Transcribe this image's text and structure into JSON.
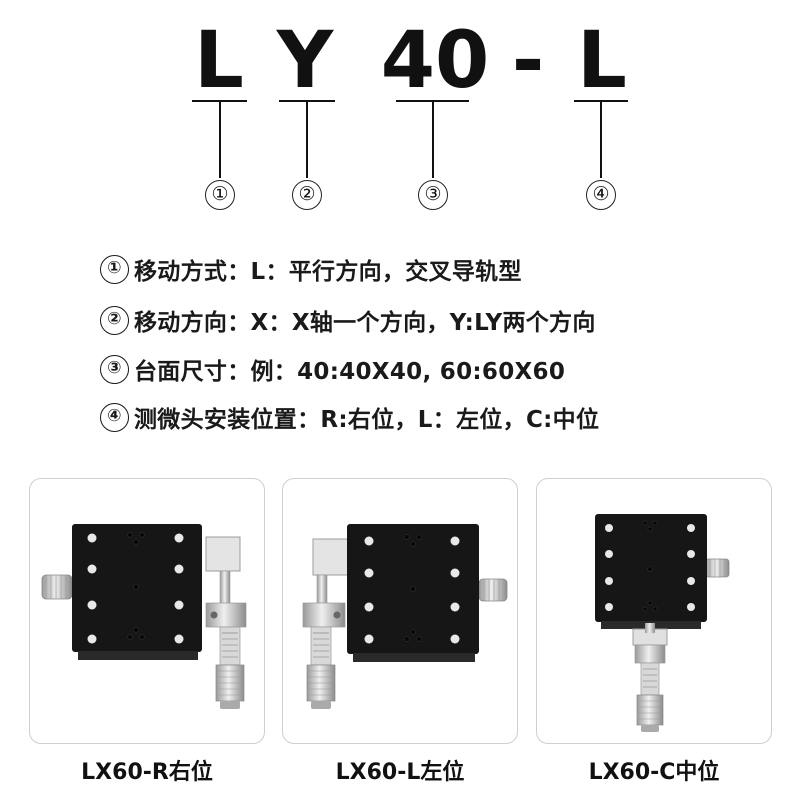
{
  "model_code": {
    "chars": [
      "L",
      "Y",
      "40",
      "-",
      "L"
    ],
    "markers": [
      "①",
      "②",
      "③",
      "④"
    ]
  },
  "specs": [
    {
      "num": "①",
      "text": "移动方式：L：平行方向，交叉导轨型"
    },
    {
      "num": "②",
      "text": "移动方向：X：X轴一个方向，Y:LY两个方向"
    },
    {
      "num": "③",
      "text": "台面尺寸：例：40:40X40, 60:60X60"
    },
    {
      "num": "④",
      "text": "测微头安装位置：R:右位，L：左位，C:中位"
    }
  ],
  "products": [
    {
      "caption": "LX60-R右位"
    },
    {
      "caption": "LX60-L左位"
    },
    {
      "caption": "LX60-C中位"
    }
  ],
  "colors": {
    "text": "#111111",
    "stage_body": "#141414",
    "metal": "#c9c9c9",
    "card_border": "#cfcfcf"
  }
}
